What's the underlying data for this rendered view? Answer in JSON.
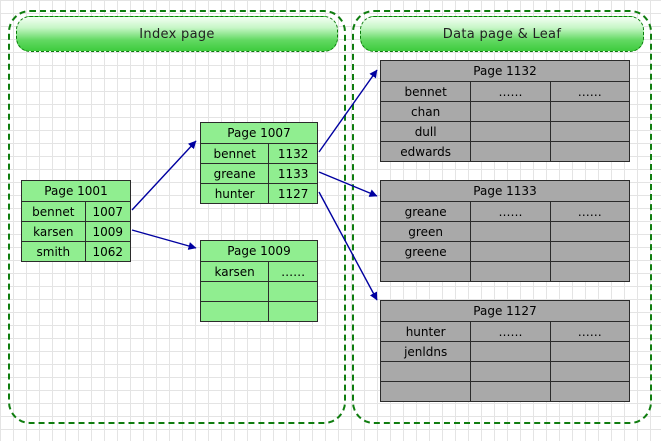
{
  "containers": {
    "index": {
      "label": "Index page"
    },
    "data": {
      "label": "Data page & Leaf"
    }
  },
  "tables": {
    "page1001": {
      "title": "Page 1001",
      "rows": [
        [
          "bennet",
          "1007"
        ],
        [
          "karsen",
          "1009"
        ],
        [
          "smith",
          "1062"
        ]
      ]
    },
    "page1007": {
      "title": "Page 1007",
      "rows": [
        [
          "bennet",
          "1132"
        ],
        [
          "greane",
          "1133"
        ],
        [
          "hunter",
          "1127"
        ]
      ]
    },
    "page1009": {
      "title": "Page 1009",
      "rows": [
        [
          "karsen",
          "……"
        ],
        [
          "",
          ""
        ],
        [
          "",
          ""
        ]
      ]
    },
    "page1132": {
      "title": "Page 1132",
      "rows": [
        [
          "bennet",
          "……",
          "……"
        ],
        [
          "chan",
          "",
          ""
        ],
        [
          "dull",
          "",
          ""
        ],
        [
          "edwards",
          "",
          ""
        ]
      ]
    },
    "page1133": {
      "title": "Page 1133",
      "rows": [
        [
          "greane",
          "……",
          "……"
        ],
        [
          "green",
          "",
          ""
        ],
        [
          "greene",
          "",
          ""
        ],
        [
          "",
          "",
          ""
        ]
      ]
    },
    "page1127": {
      "title": "Page 1127",
      "rows": [
        [
          "hunter",
          "……",
          "……"
        ],
        [
          "jenldns",
          "",
          ""
        ],
        [
          "",
          "",
          ""
        ],
        [
          "",
          "",
          ""
        ]
      ]
    }
  },
  "connections": [
    {
      "from": "Page 1001 : bennet",
      "to": "Page 1007"
    },
    {
      "from": "Page 1001 : karsen",
      "to": "Page 1009"
    },
    {
      "from": "Page 1007 : bennet",
      "to": "Page 1132"
    },
    {
      "from": "Page 1007 : greane",
      "to": "Page 1133"
    },
    {
      "from": "Page 1007 : hunter",
      "to": "Page 1127"
    }
  ],
  "colors": {
    "green_table_bg": "#90ee90",
    "gray_table_bg": "#a9a9a9",
    "table_border": "#2b2b2b",
    "container_border": "#0f7d0f",
    "arrow": "#0000a0",
    "grid_line": "#e4e4e4"
  }
}
